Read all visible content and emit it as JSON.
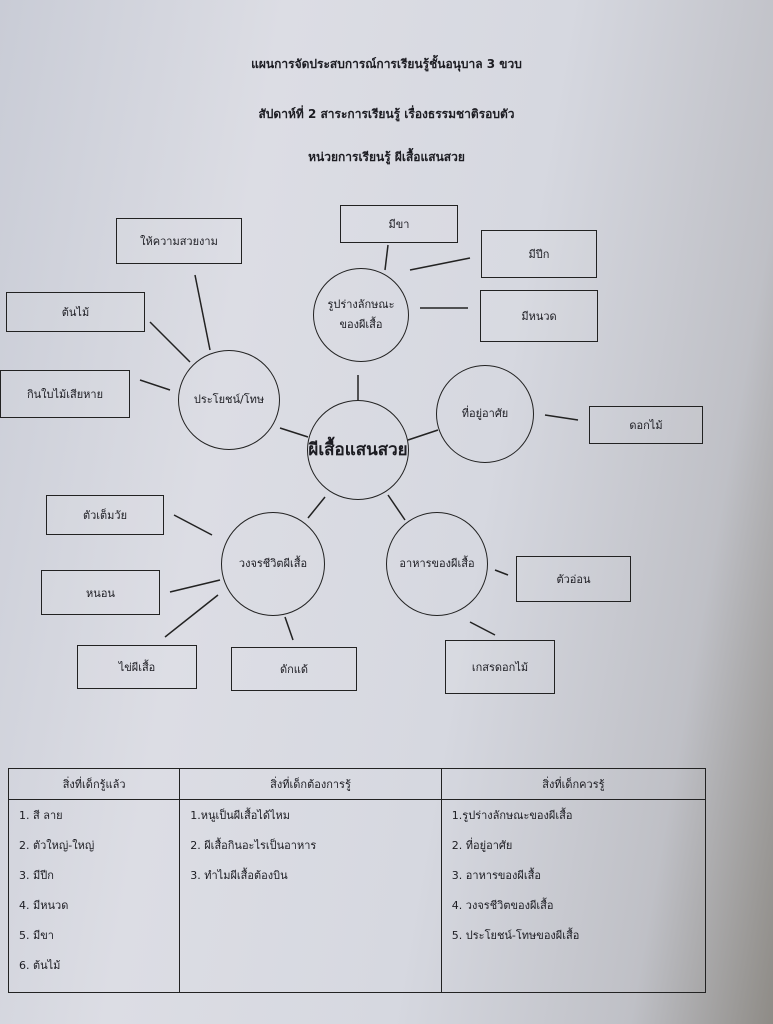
{
  "header": {
    "line1": "แผนการจัดประสบการณ์การเรียนรู้ชั้นอนุบาล 3 ขวบ",
    "line2": "สัปดาห์ที่ 2 สาระการเรียนรู้ เรื่องธรรมชาติรอบตัว",
    "line3": "หน่วยการเรียนรู้ ผีเสื้อแสนสวย"
  },
  "mindmap": {
    "center": "ผีเสื้อแสนสวย",
    "shape": {
      "label": "รูปร่างลักษณะของผีเสื้อ",
      "items": [
        "มีขา",
        "มีปีก",
        "มีหนวด"
      ]
    },
    "habitat": {
      "label": "ที่อยู่อาศัย",
      "items": [
        "ดอกไม้"
      ]
    },
    "food": {
      "label": "อาหารของผีเสื้อ",
      "items": [
        "ตัวอ่อน",
        "เกสรดอกไม้"
      ]
    },
    "lifecycle": {
      "label": "วงจรชีวิตผีเสื้อ",
      "items": [
        "ตัวเต็มวัย",
        "หนอน",
        "ไข่ผีเสื้อ",
        "ดักแด้"
      ]
    },
    "benefit": {
      "label": "ประโยชน์/โทษ",
      "items": [
        "ให้ความสวยงาม",
        "ต้นไม้",
        "กินใบไม้เสียหาย"
      ]
    }
  },
  "table": {
    "headers": [
      "สิ่งที่เด็กรู้แล้ว",
      "สิ่งที่เด็กต้องการรู้",
      "สิ่งที่เด็กควรรู้"
    ],
    "col1": [
      "1. สี ลาย",
      "2. ตัวใหญ่-ใหญ่",
      "3. มีปีก",
      "4. มีหนวด",
      "5. มีขา",
      "6. ต้นไม้"
    ],
    "col2": [
      "1.หนูเป็นผีเสื้อได้ไหม",
      "2. ผีเสื้อกินอะไรเป็นอาหาร",
      "3. ทำไมผีเสื้อต้องบิน"
    ],
    "col3": [
      "1.รูปร่างลักษณะของผีเสื้อ",
      "2. ที่อยู่อาศัย",
      "3. อาหารของผีเสื้อ",
      "4. วงจรชีวิตของผีเสื้อ",
      "5. ประโยชน์-โทษของผีเสื้อ"
    ]
  }
}
